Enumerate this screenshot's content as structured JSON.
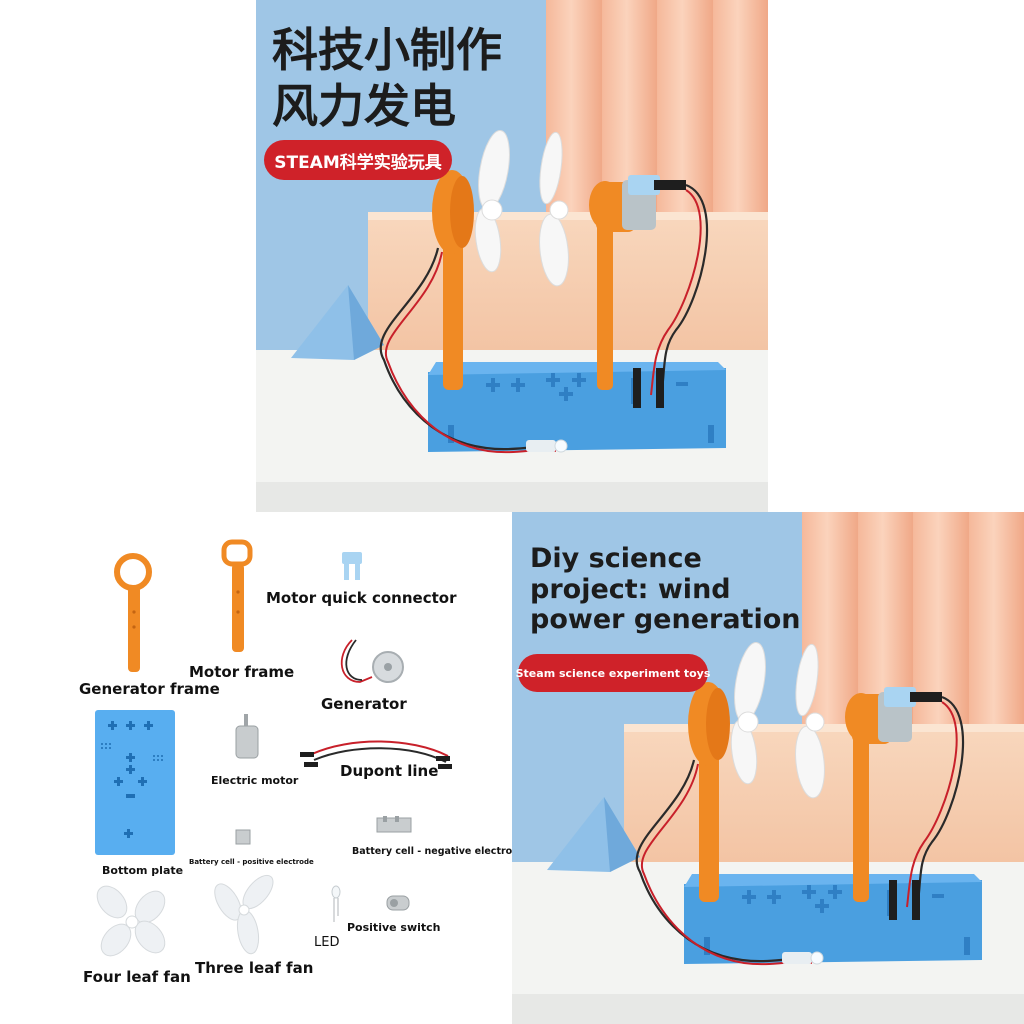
{
  "top_panel": {
    "title_line1": "科技小制作",
    "title_line2": "风力发电",
    "badge": "STEAM科学实验玩具"
  },
  "bottom_right_panel": {
    "title_line1": "Diy science",
    "title_line2": "project: wind",
    "title_line3": "power generation",
    "badge": "Steam science experiment toys"
  },
  "parts_panel": {
    "generator_frame": "Generator frame",
    "motor_frame": "Motor frame",
    "motor_quick_connector": "Motor quick connector",
    "generator": "Generator",
    "electric_motor": "Electric motor",
    "dupont_line": "Dupont line",
    "bottom_plate": "Bottom plate",
    "battery_positive": "Battery cell - positive electrode",
    "battery_negative": "Battery cell - negative electrode",
    "four_leaf_fan": "Four leaf fan",
    "three_leaf_fan": "Three leaf fan",
    "led": "LED",
    "positive_switch": "Positive switch"
  },
  "colors": {
    "wall_blue": "#9fc6e6",
    "frame_orange": "#f08a24",
    "base_blue": "#4a9fe0",
    "badge_red": "#cf2229",
    "curtain_peach": "#f5b89a"
  }
}
